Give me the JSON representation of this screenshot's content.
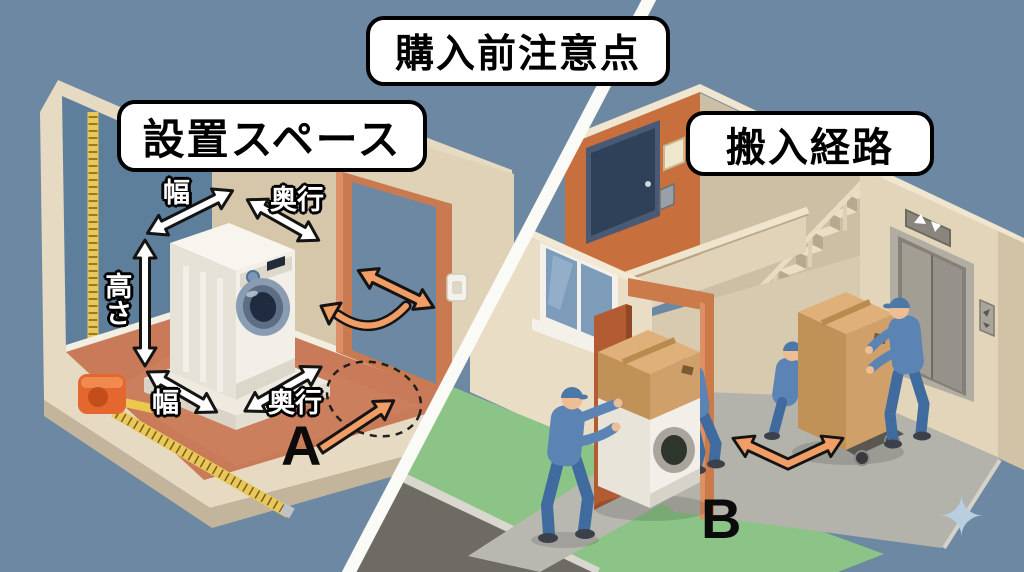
{
  "header": {
    "main_title": "購入前注意点"
  },
  "left_scene": {
    "title": "設置スペース",
    "point_label": "A",
    "dimension_labels": {
      "width_top": "幅",
      "depth_top": "奥行",
      "height": "高さ",
      "width_floor": "幅",
      "depth_floor": "奥行"
    }
  },
  "right_scene": {
    "title": "搬入経路",
    "point_label": "B"
  },
  "icons": {
    "sparkle_glyph": "✦"
  },
  "colors": {
    "background": "#6C88A2",
    "badge_white": "#FFFFFF",
    "text_black": "#111111",
    "annotation_arrow_white": "#FFFFFF",
    "accent_arrow_orange": "#F09E66",
    "floor_terracotta": "#C87A59",
    "wall_blue": "#5D7F9C",
    "wall_cream": "#D9CBAF",
    "door_frame_orange": "#C97A50",
    "apartment_door_navy": "#2F4159",
    "lawn_green": "#8CC487",
    "walkway_gray": "#B8B7B0",
    "road_gray": "#6E6A64",
    "uniform_blue": "#5B84B4",
    "cardboard_tan": "#D8A873",
    "tape_measure_yellow": "#E8C85A",
    "tape_measure_orange": "#E4672F",
    "sparkle_blue": "#B9CEDE"
  }
}
